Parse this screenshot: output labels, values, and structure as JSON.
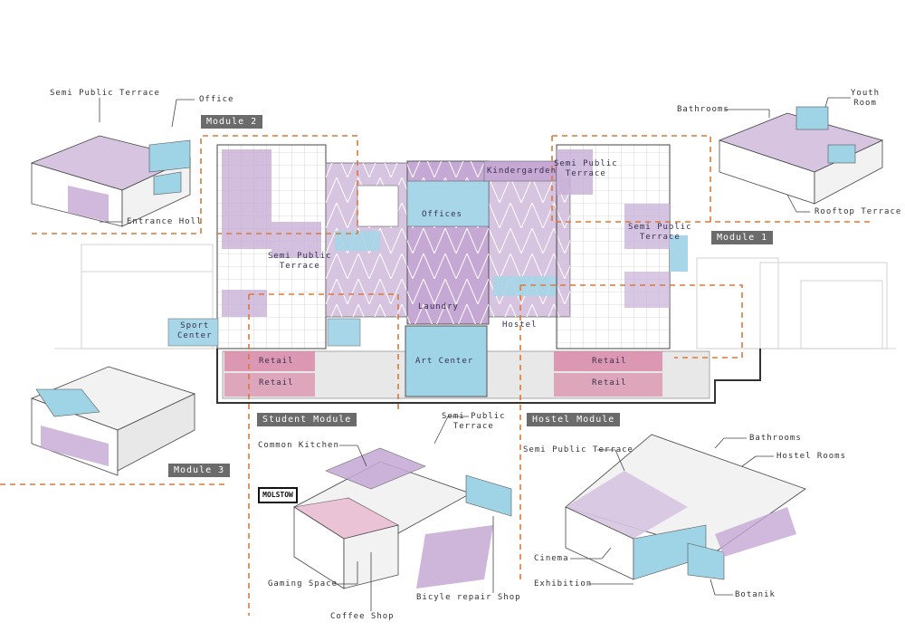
{
  "labels": {
    "semi_public_terrace_tl": "Semi Public Terrace",
    "office": "Office",
    "entrance_holl": "Entrance Holl",
    "bathrooms_tr": "Bathrooms",
    "youth_room": "Youth\nRoom",
    "rooftop_terrace": "Rooftop Terrace",
    "kindergarden": "Kindergarden",
    "semi_public_terrace_top": "Semi Public\nTerrace",
    "offices": "Offices",
    "semi_public_terrace_right": "Semi Public\nTerrace",
    "semi_public_terrace_left": "Semi Public\nTerrace",
    "laundry": "Laundry",
    "hostel": "Hostel",
    "sport_center": "Sport\nCenter",
    "retail_l1": "Retail",
    "retail_l2": "Retail",
    "art_center": "Art Center",
    "retail_r1": "Retail",
    "retail_r2": "Retail",
    "semi_public_terrace_student": "Semi Public\nTerrace",
    "common_kitchen": "Common Kitchen",
    "gaming_space": "Gaming Space",
    "bicycle_repair_shop": "Bicyle repair Shop",
    "coffee_shop": "Coffee Shop",
    "semi_public_terrace_hostel": "Semi Public Terrace",
    "bathrooms_br": "Bathrooms",
    "hostel_rooms": "Hostel Rooms",
    "cinema": "Cinema",
    "exhibition": "Exhibition",
    "botanik": "Botanik",
    "logo": "MOLSTOW"
  },
  "tags": {
    "module_2": "Module 2",
    "module_1": "Module 1",
    "module_3": "Module 3",
    "student_module": "Student Module",
    "hostel_module": "Hostel Module"
  },
  "colors": {
    "purple": "#b89bc6",
    "lilac": "#d9c7e3",
    "blue": "#9fd3e6",
    "pink": "#d98aa8",
    "dash": "#d9793a",
    "line": "#444444"
  }
}
